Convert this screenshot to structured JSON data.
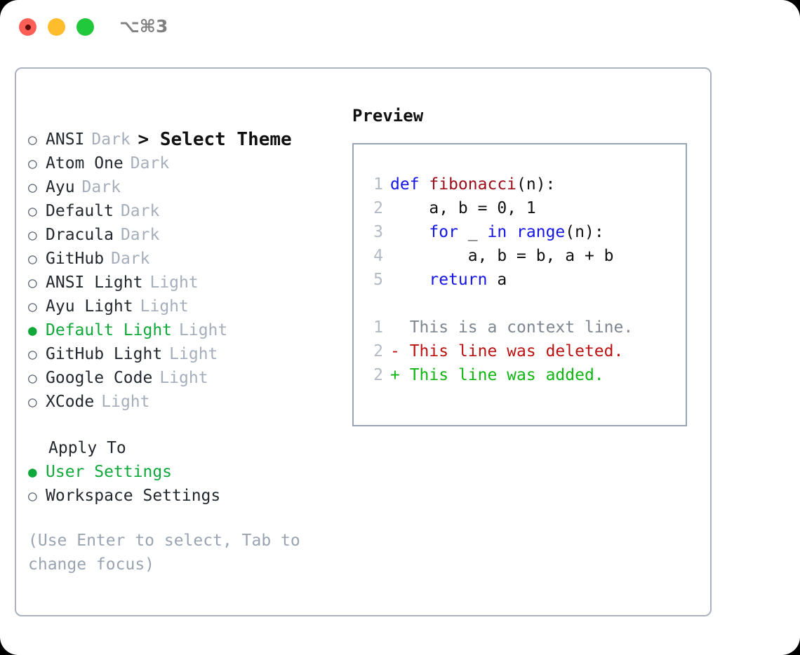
{
  "titlebar": {
    "shortcut": "⌥⌘3",
    "lights": [
      "close",
      "minimize",
      "zoom"
    ]
  },
  "theme_picker": {
    "heading": "Select Theme",
    "heading_caret": ">",
    "marker_unselected": "○",
    "marker_selected": "●",
    "items": [
      {
        "name": "ANSI",
        "variant": "Dark",
        "selected": false
      },
      {
        "name": "Atom One",
        "variant": "Dark",
        "selected": false
      },
      {
        "name": "Ayu",
        "variant": "Dark",
        "selected": false
      },
      {
        "name": "Default",
        "variant": "Dark",
        "selected": false
      },
      {
        "name": "Dracula",
        "variant": "Dark",
        "selected": false
      },
      {
        "name": "GitHub",
        "variant": "Dark",
        "selected": false
      },
      {
        "name": "ANSI Light",
        "variant": "Light",
        "selected": false
      },
      {
        "name": "Ayu Light",
        "variant": "Light",
        "selected": false
      },
      {
        "name": "Default Light",
        "variant": "Light",
        "selected": true
      },
      {
        "name": "GitHub Light",
        "variant": "Light",
        "selected": false
      },
      {
        "name": "Google Code",
        "variant": "Light",
        "selected": false
      },
      {
        "name": "XCode",
        "variant": "Light",
        "selected": false
      }
    ]
  },
  "apply_to": {
    "heading": "Apply To",
    "items": [
      {
        "name": "User Settings",
        "selected": true
      },
      {
        "name": "Workspace Settings",
        "selected": false
      }
    ]
  },
  "hint": "(Use Enter to select, Tab to change focus)",
  "preview": {
    "title": "Preview",
    "code": [
      {
        "num": "1",
        "tokens": [
          {
            "t": "def ",
            "c": "kw"
          },
          {
            "t": "fibonacci",
            "c": "fn"
          },
          {
            "t": "(n):",
            "c": "plain"
          }
        ]
      },
      {
        "num": "2",
        "tokens": [
          {
            "t": "    a, b = 0, 1",
            "c": "plain"
          }
        ]
      },
      {
        "num": "3",
        "tokens": [
          {
            "t": "    for ",
            "c": "kw"
          },
          {
            "t": "_ ",
            "c": "plain"
          },
          {
            "t": "in ",
            "c": "kw"
          },
          {
            "t": "range",
            "c": "kw"
          },
          {
            "t": "(n):",
            "c": "plain"
          }
        ]
      },
      {
        "num": "4",
        "tokens": [
          {
            "t": "        a, b = b, a + b",
            "c": "plain"
          }
        ]
      },
      {
        "num": "5",
        "tokens": [
          {
            "t": "    return ",
            "c": "kw"
          },
          {
            "t": "a",
            "c": "plain"
          }
        ]
      }
    ],
    "diff": [
      {
        "num": "1",
        "marker": " ",
        "text": " This is a context line.",
        "kind": "ctx"
      },
      {
        "num": "2",
        "marker": "-",
        "text": " This line was deleted.",
        "kind": "del"
      },
      {
        "num": "2",
        "marker": "+",
        "text": " This line was added.",
        "kind": "add"
      }
    ]
  },
  "colors": {
    "accent_green": "#10a83a",
    "keyword_blue": "#1414e6",
    "function_red": "#9c0c18",
    "diff_deleted": "#bb1212",
    "diff_added": "#11b512",
    "muted": "#a6aebb",
    "border": "#aab2c0",
    "traffic_red": "#fd5f57",
    "traffic_amber": "#ffbd2e",
    "traffic_green": "#22c83c"
  }
}
